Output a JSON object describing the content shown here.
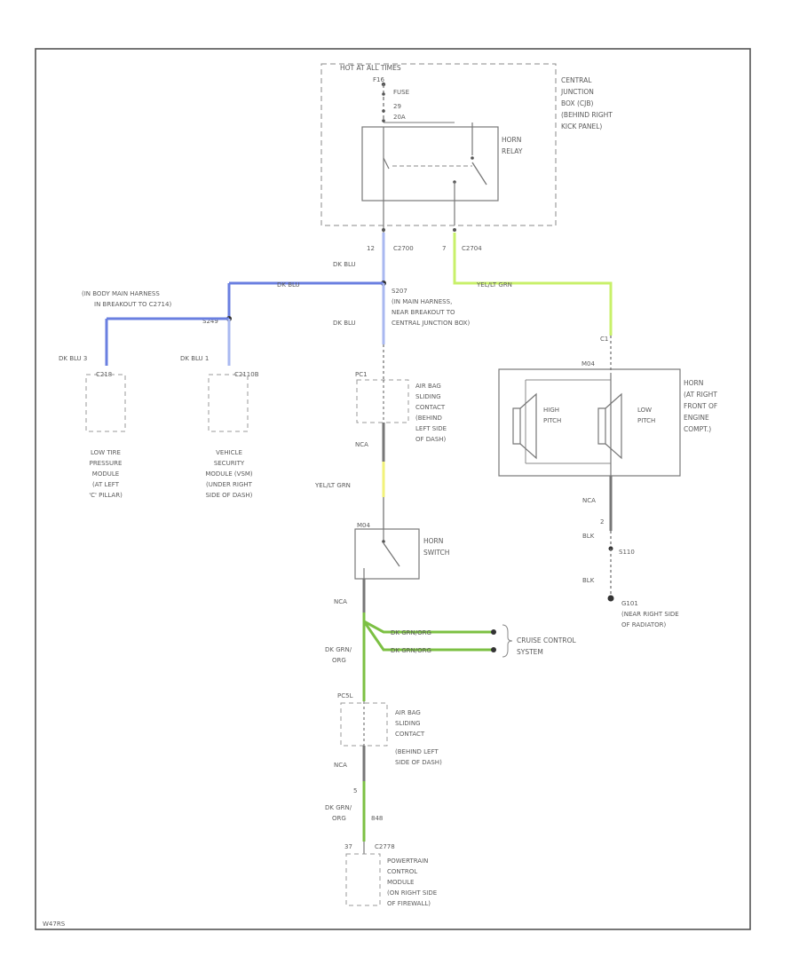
{
  "diagram": {
    "footer_code": "W47RS",
    "hot_at_all_times": "HOT AT ALL TIMES",
    "central_junction_box": [
      "CENTRAL",
      "JUNCTION",
      "BOX (CJB)",
      "(BEHIND RIGHT",
      "KICK PANEL)"
    ],
    "fuse_pin": "F16",
    "fuse_label": "FUSE",
    "fuse_number": "29",
    "fuse_rating": "20A",
    "horn_relay": [
      "HORN",
      "RELAY"
    ],
    "conn_c2700": "C2700",
    "pin_c2700": "12",
    "conn_c2704": "C2704",
    "pin_c2704": "7",
    "wire_dk_blu": "DK BLU",
    "wire_yel_grn": "YEL/LT GRN",
    "splice_s207": "S207",
    "splice_s207_desc": [
      "(IN MAIN HARNESS,",
      "NEAR BREAKOUT TO",
      "CENTRAL JUNCTION BOX)"
    ],
    "body_harness_note": [
      "(IN BODY MAIN HARNESS",
      "IN BREAKOUT TO C2714)"
    ],
    "splice_s249": "S249",
    "wire_dk_blu_ltpm": "DK BLU 3",
    "wire_dk_blu_vsm": "DK BLU 1",
    "conn_c2110b": "C2110B",
    "pin_c218": "C218",
    "left_module_1": [
      "LOW TIRE",
      "PRESSURE",
      "MODULE",
      "(AT LEFT",
      "'C' PILLAR)"
    ],
    "left_module_2": [
      "VEHICLE",
      "SECURITY",
      "MODULE (VSM)",
      "(UNDER RIGHT",
      "SIDE OF DASH)"
    ],
    "pin_pc1": "PC1",
    "airbag_contact_1": [
      "AIR BAG",
      "SLIDING",
      "CONTACT",
      "(BEHIND",
      "LEFT SIDE",
      "OF DASH)"
    ],
    "wire_nca_1": "NCA",
    "wire_yel_grn_2": "YEL/LT GRN",
    "pin_m04": "M04",
    "horn_switch": [
      "HORN",
      "SWITCH"
    ],
    "wire_nca_2": "NCA",
    "wire_dk_grn_org": [
      "DK GRN/",
      "ORG"
    ],
    "wire_dk_grn_org_1": "DK GRN/ORG",
    "wire_dk_grn_org_2": "DK GRN/ORG",
    "cruise_control": [
      "CRUISE CONTROL",
      "SYSTEM"
    ],
    "pin_pc5l": "PC5L",
    "airbag_contact_2": [
      "AIR BAG",
      "SLIDING",
      "CONTACT",
      "(BEHIND LEFT",
      "SIDE OF DASH)"
    ],
    "wire_nca_3": "NCA",
    "pin_5": "5",
    "wire_dk_grn_org_3": [
      "DK GRN/",
      "ORG"
    ],
    "label_848": "848",
    "pin_37": "37",
    "conn_c2778": "C2778",
    "pcm": [
      "POWERTRAIN",
      "CONTROL",
      "MODULE",
      "(ON RIGHT SIDE",
      "OF FIREWALL)"
    ],
    "pin_c1": "C1",
    "pin_m04_horn": "M04",
    "horn_assembly": [
      "HORN",
      "(AT RIGHT",
      "FRONT OF",
      "ENGINE",
      "COMPT.)"
    ],
    "high_pitch": [
      "HIGH",
      "PITCH"
    ],
    "low_pitch": [
      "LOW",
      "PITCH"
    ],
    "wire_nca_4": "NCA",
    "pin_2": "2",
    "wire_blk_1": "BLK",
    "splice_s110": "S110",
    "wire_blk_2": "BLK",
    "ground_g101": "G101",
    "ground_desc": [
      "(NEAR RIGHT SIDE",
      "OF RADIATOR)"
    ]
  },
  "colors": {
    "blue_wire": "#6a7fe0",
    "lightblue_wire": "#a9b8f0",
    "yellowgreen_wire": "#c8f06a",
    "green_wire": "#7cc043",
    "yellow_wire": "#f2f27a",
    "frame": "#555555",
    "line": "#777777"
  }
}
